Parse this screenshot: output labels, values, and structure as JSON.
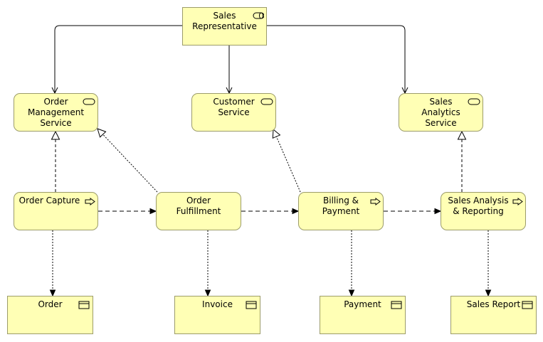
{
  "diagram": {
    "colors": {
      "fill": "#ffffb5",
      "border": "#9c9c6a",
      "line": "#000000"
    },
    "actor": {
      "label": "Sales\nRepresentative",
      "icon": "business-role-icon"
    },
    "services": [
      {
        "label": "Order\nManagement\nService",
        "icon": "business-service-icon"
      },
      {
        "label": "Customer\nService",
        "icon": "business-service-icon"
      },
      {
        "label": "Sales\nAnalytics\nService",
        "icon": "business-service-icon"
      }
    ],
    "processes": [
      {
        "label": "Order Capture",
        "icon": "business-process-icon"
      },
      {
        "label": "Order\nFulfillment",
        "icon": "business-process-icon"
      },
      {
        "label": "Billing &\nPayment",
        "icon": "business-process-icon"
      },
      {
        "label": "Sales Analysis\n& Reporting",
        "icon": "business-process-icon"
      }
    ],
    "objects": [
      {
        "label": "Order",
        "icon": "business-object-icon"
      },
      {
        "label": "Invoice",
        "icon": "business-object-icon"
      },
      {
        "label": "Payment",
        "icon": "business-object-icon"
      },
      {
        "label": "Sales Report",
        "icon": "business-object-icon"
      }
    ]
  }
}
